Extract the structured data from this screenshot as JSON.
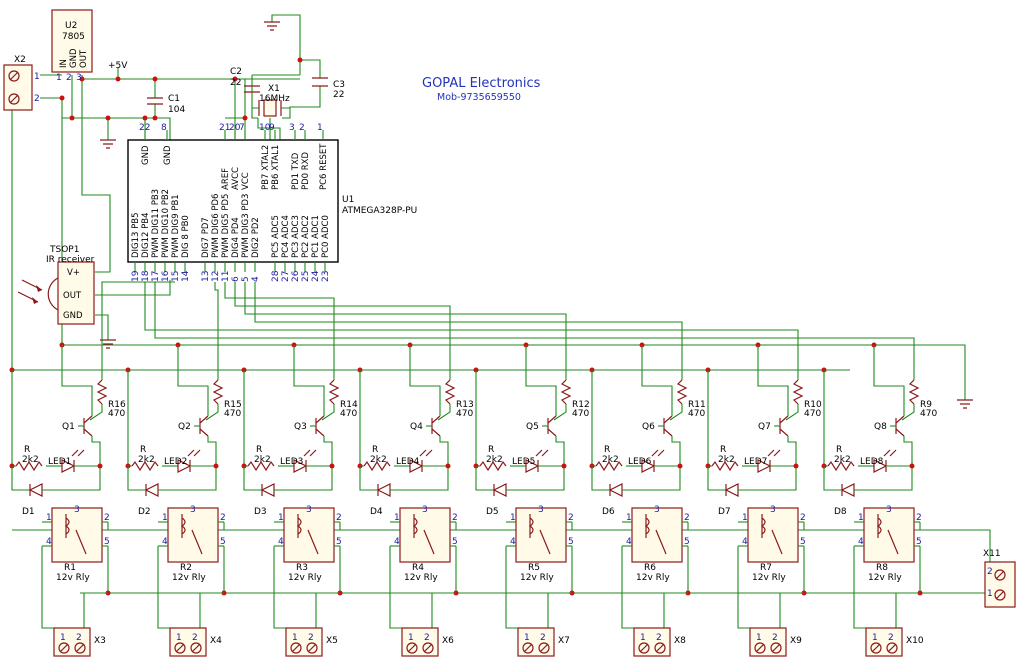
{
  "header": {
    "company": "GOPAL Electronics",
    "mobile": "Mob-9735659550",
    "supply_label": "+5V"
  },
  "regulator": {
    "ref": "U2",
    "value": "7805",
    "pin_in": "IN",
    "pin_gnd": "GND",
    "pin_out": "OUT",
    "pin_nums": [
      "1",
      "2",
      "3"
    ]
  },
  "power_connector": {
    "ref": "X2",
    "pins": [
      "1",
      "2"
    ]
  },
  "capacitors": [
    {
      "ref": "C1",
      "value": "104"
    },
    {
      "ref": "C2",
      "value": "22"
    },
    {
      "ref": "C3",
      "value": "22"
    }
  ],
  "crystal": {
    "ref": "X1",
    "value": "16MHz"
  },
  "mcu": {
    "ref": "U1",
    "part": "ATMEGA328P-PU",
    "top_pins": [
      {
        "num": "22",
        "name": "GND"
      },
      {
        "num": "8",
        "name": "GND"
      },
      {
        "num": "21",
        "name": "AREF"
      },
      {
        "num": "20",
        "name": "AVCC"
      },
      {
        "num": "7",
        "name": "VCC"
      },
      {
        "num": "10",
        "name": "PB7 XTAL2"
      },
      {
        "num": "9",
        "name": "PB6 XTAL1"
      },
      {
        "num": "3",
        "name": "PD1 TXD"
      },
      {
        "num": "2",
        "name": "PD0 RXD"
      },
      {
        "num": "1",
        "name": "PC6 RESET"
      }
    ],
    "bottom_pins": [
      {
        "num": "19",
        "name": "DIG13 PB5"
      },
      {
        "num": "18",
        "name": "DIG12 PB4"
      },
      {
        "num": "17",
        "name": "PWM DIG11 PB3"
      },
      {
        "num": "16",
        "name": "PWM DIG10 PB2"
      },
      {
        "num": "15",
        "name": "PWM DIG9 PB1"
      },
      {
        "num": "14",
        "name": "DIG 8 PB0"
      },
      {
        "num": "13",
        "name": "DIG7 PD7"
      },
      {
        "num": "12",
        "name": "PWM DIG6 PD6"
      },
      {
        "num": "11",
        "name": "PWM DIG5 PD5"
      },
      {
        "num": "6",
        "name": "DIG4 PD4"
      },
      {
        "num": "5",
        "name": "PWM DIG3 PD3"
      },
      {
        "num": "4",
        "name": "DIG2 PD2"
      },
      {
        "num": "28",
        "name": "PC5 ADC5"
      },
      {
        "num": "27",
        "name": "PC4 ADC4"
      },
      {
        "num": "26",
        "name": "PC3 ADC3"
      },
      {
        "num": "25",
        "name": "PC2 ADC2"
      },
      {
        "num": "24",
        "name": "PC1 ADC1"
      },
      {
        "num": "23",
        "name": "PC0 ADC0"
      }
    ]
  },
  "ir_receiver": {
    "ref": "TSOP1",
    "value": "IR receiver",
    "pin_vplus": "V+",
    "pin_out": "OUT",
    "pin_gnd": "GND"
  },
  "channels": [
    {
      "q": "Q1",
      "rb": "R16",
      "rb_val": "470",
      "r": "R",
      "r_val": "2k2",
      "led": "LED1",
      "d": "D1",
      "relay": "R1",
      "relay_val": "12v Rly",
      "conn": "X3"
    },
    {
      "q": "Q2",
      "rb": "R15",
      "rb_val": "470",
      "r": "R",
      "r_val": "2k2",
      "led": "LED2",
      "d": "D2",
      "relay": "R2",
      "relay_val": "12v Rly",
      "conn": "X4"
    },
    {
      "q": "Q3",
      "rb": "R14",
      "rb_val": "470",
      "r": "R",
      "r_val": "2k2",
      "led": "LED3",
      "d": "D3",
      "relay": "R3",
      "relay_val": "12v Rly",
      "conn": "X5"
    },
    {
      "q": "Q4",
      "rb": "R13",
      "rb_val": "470",
      "r": "R",
      "r_val": "2k2",
      "led": "LED4",
      "d": "D4",
      "relay": "R4",
      "relay_val": "12v Rly",
      "conn": "X6"
    },
    {
      "q": "Q5",
      "rb": "R12",
      "rb_val": "470",
      "r": "R",
      "r_val": "2k2",
      "led": "LED5",
      "d": "D5",
      "relay": "R5",
      "relay_val": "12v Rly",
      "conn": "X7"
    },
    {
      "q": "Q6",
      "rb": "R11",
      "rb_val": "470",
      "r": "R",
      "r_val": "2k2",
      "led": "LED6",
      "d": "D6",
      "relay": "R6",
      "relay_val": "12v Rly",
      "conn": "X8"
    },
    {
      "q": "Q7",
      "rb": "R10",
      "rb_val": "470",
      "r": "R",
      "r_val": "2k2",
      "led": "LED7",
      "d": "D7",
      "relay": "R7",
      "relay_val": "12v Rly",
      "conn": "X9"
    },
    {
      "q": "Q8",
      "rb": "R9",
      "rb_val": "470",
      "r": "R",
      "r_val": "2k2",
      "led": "LED8",
      "d": "D8",
      "relay": "R8",
      "relay_val": "12v Rly",
      "conn": "X10"
    }
  ],
  "relay_pins": [
    "1",
    "2",
    "3",
    "4",
    "5"
  ],
  "terminal_pins": [
    "1",
    "2"
  ],
  "load_connector": {
    "ref": "X11",
    "pins": [
      "2",
      "1"
    ]
  },
  "colors": {
    "wire": "#1f8a1f",
    "component": "#8b1a1a",
    "pin_label": "#1a1a9e",
    "title": "#2233bb",
    "junction": "#cc1111"
  }
}
